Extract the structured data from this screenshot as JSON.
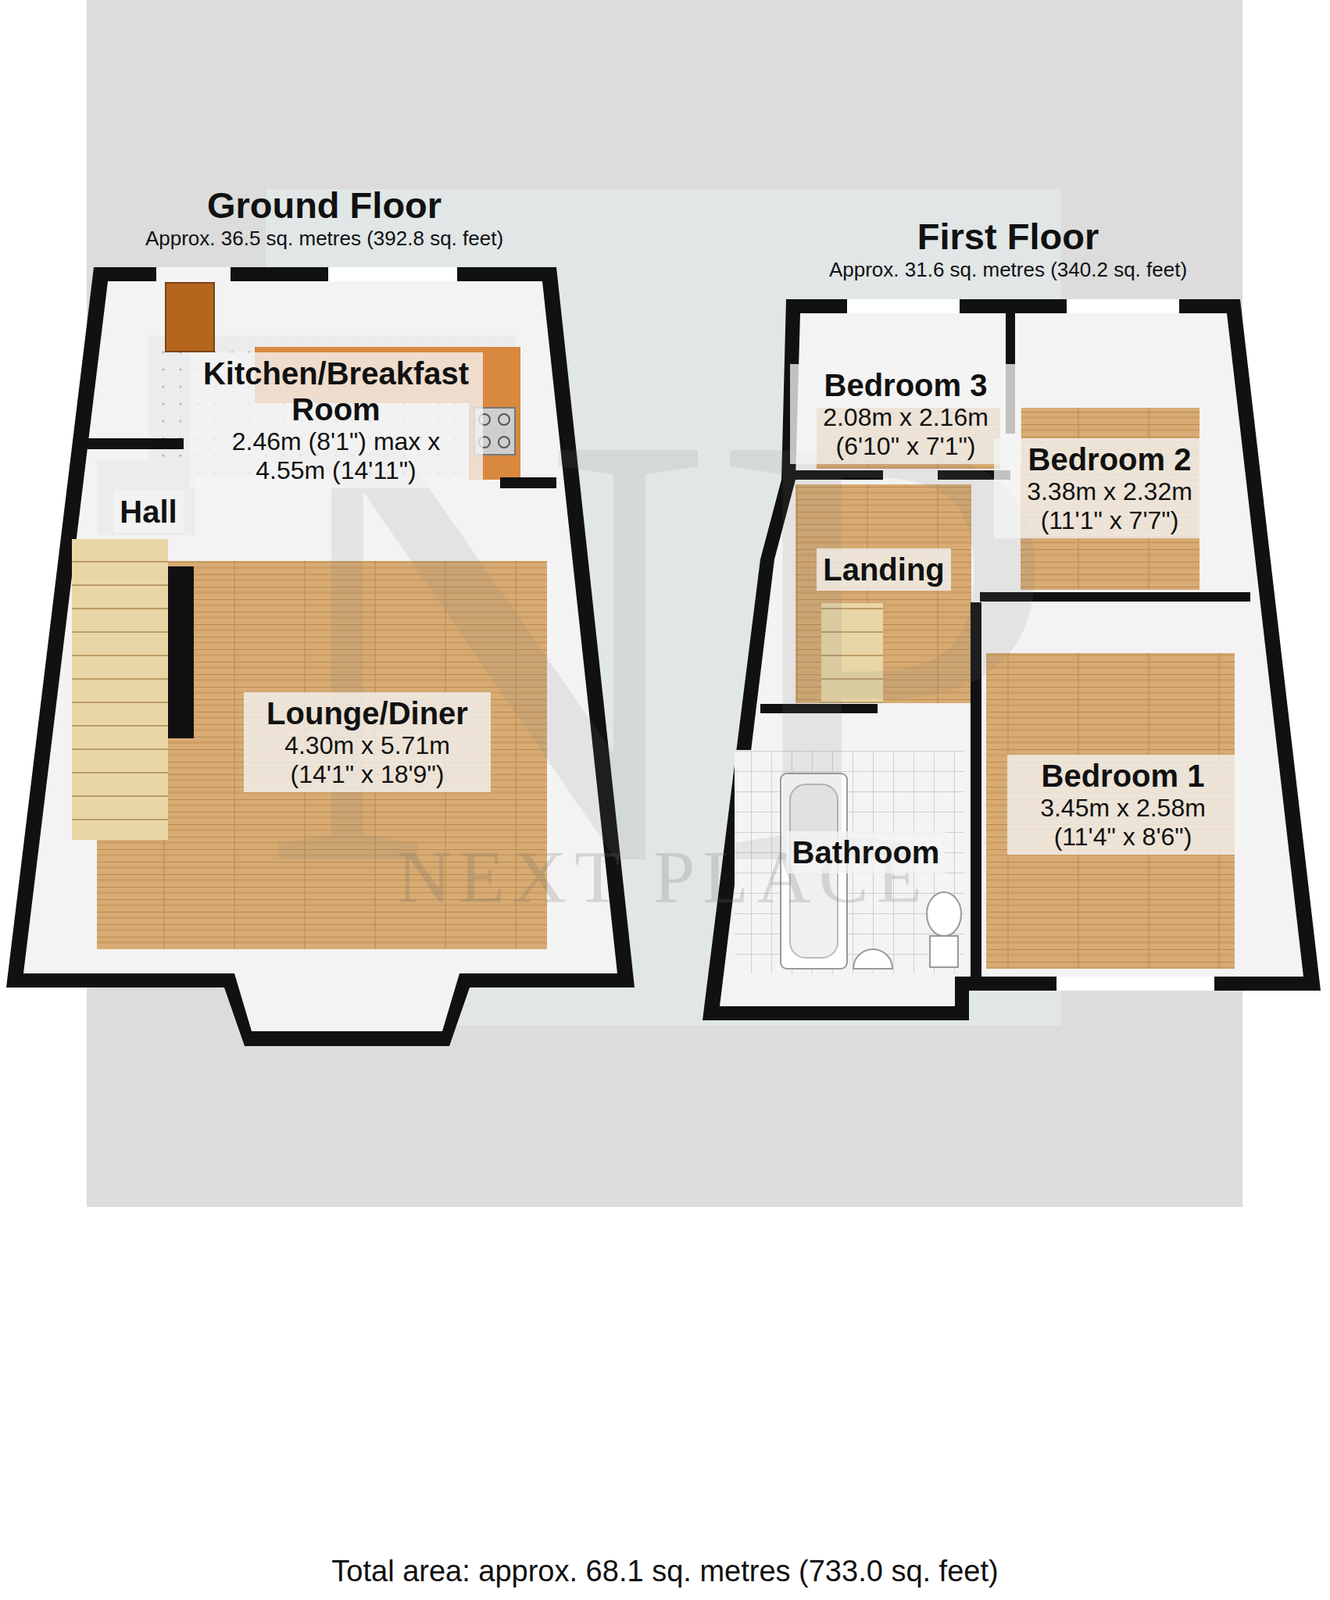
{
  "diagram": {
    "caption": "Total area: approx. 68.1 sq. metres (733.0 sq. feet)",
    "nodes": [
      {
        "text": [
          "Ground Floor",
          "Approx. 36.5 sq. metres (392.8 sq. feet)"
        ]
      },
      {
        "text": [
          "Kitchen/Breakfast Room",
          "2.46m (8'1\") max x 4.55m (14'11\")"
        ],
        "in": 0
      },
      {
        "text": [
          "Hall"
        ],
        "in": 0
      },
      {
        "text": [
          "Lounge/Diner",
          "4.30m x 5.71m (14'1\" x 18'9\")"
        ],
        "in": 0
      },
      {
        "text": [
          "First Floor",
          "Approx. 31.6 sq. metres (340.2 sq. feet)"
        ]
      },
      {
        "text": [
          "Bedroom 3",
          "2.08m x 2.16m (6'10\" x 7'1\")"
        ],
        "in": 4
      },
      {
        "text": [
          "Bedroom 2",
          "3.38m x 2.32m (11'1\" x 7'7\")"
        ],
        "in": 4
      },
      {
        "text": [
          "Landing"
        ],
        "in": 4
      },
      {
        "text": [
          "Bedroom 1",
          "3.45m x 2.58m (11'4\" x 8'6\")"
        ],
        "in": 4
      },
      {
        "text": [
          "Bathroom"
        ],
        "in": 4
      }
    ],
    "labels": [
      "NP",
      "NEXT PLACE"
    ]
  }
}
